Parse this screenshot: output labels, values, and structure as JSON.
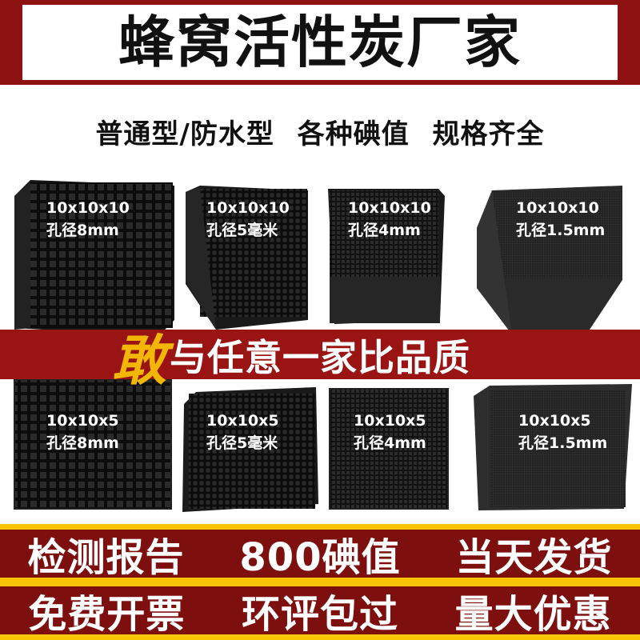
{
  "header": {
    "title": "蜂窝活性炭厂家"
  },
  "subtitle": {
    "parts": [
      "普通型/防水型",
      "各种碘值",
      "规格齐全"
    ]
  },
  "slogan": {
    "emphasis": "敢",
    "rest": "与任意一家比品质"
  },
  "products_top": [
    {
      "size": "10x10x10",
      "hole": "孔径8mm"
    },
    {
      "size": "10x10x10",
      "hole": "孔径5毫米"
    },
    {
      "size": "10x10x10",
      "hole": "孔径4mm"
    },
    {
      "size": "10x10x10",
      "hole": "孔径1.5mm"
    }
  ],
  "products_bottom": [
    {
      "size": "10x10x5",
      "hole": "孔径8mm"
    },
    {
      "size": "10x10x5",
      "hole": "孔径5毫米"
    },
    {
      "size": "10x10x5",
      "hole": "孔径4mm"
    },
    {
      "size": "10x10x5",
      "hole": "孔径1.5mm"
    }
  ],
  "footer": {
    "row1": [
      "检测报告",
      "800碘值",
      "当天发货"
    ],
    "row2": [
      "免费开票",
      "环评包过",
      "量大优惠"
    ]
  },
  "colors": {
    "dark_red": "#8f1212",
    "yellow": "#f7c600",
    "emphasis_gold": "#f2b705",
    "block": "#1c1c1c"
  }
}
